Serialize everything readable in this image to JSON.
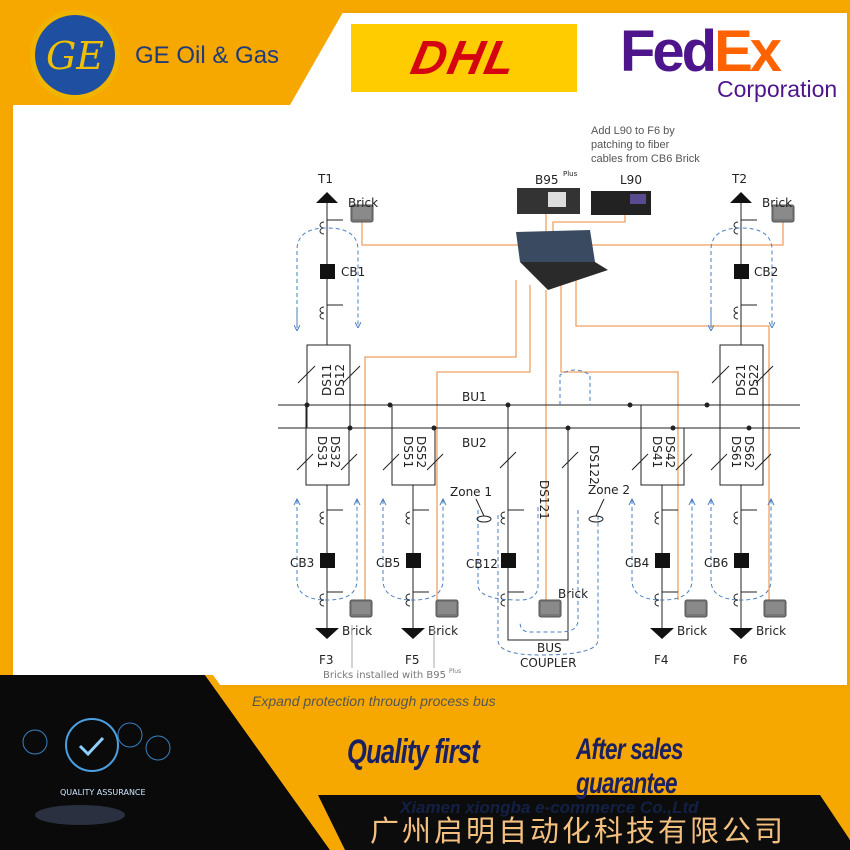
{
  "header": {
    "ge_label": "GE Oil & Gas",
    "ge_logo_text": "GE",
    "dhl_logo": "DHL",
    "fedex_fed": "Fed",
    "fedex_ex": "Ex",
    "fedex_sub": "Corporation"
  },
  "diagram": {
    "note": [
      "Add L90 to F6 by",
      "patching to fiber",
      "cables from CB6 Brick"
    ],
    "b95": "B95",
    "b95_sup": "Plus",
    "l90": "L90",
    "t1": "T1",
    "t2": "T2",
    "brick": "Brick",
    "cb": {
      "cb1": "CB1",
      "cb2": "CB2",
      "cb3": "CB3",
      "cb5": "CB5",
      "cb12": "CB12",
      "cb4": "CB4",
      "cb6": "CB6"
    },
    "ds": {
      "ds11": "DS11",
      "ds12": "DS12",
      "ds21": "DS21",
      "ds22": "DS22",
      "ds31": "DS31",
      "ds32": "DS32",
      "ds51": "DS51",
      "ds52": "DS52",
      "ds121": "DS121",
      "ds122": "DS122",
      "ds41": "DS41",
      "ds42": "DS42",
      "ds61": "DS61",
      "ds62": "DS62"
    },
    "bu1": "BU1",
    "bu2": "BU2",
    "zone1": "Zone 1",
    "zone2": "Zone 2",
    "feeders": {
      "f3": "F3",
      "f5": "F5",
      "f4": "F4",
      "f6": "F6"
    },
    "bus": "BUS",
    "coupler": "COUPLER",
    "bricks_note": "Bricks installed with B95",
    "bricks_note_sup": "Plus"
  },
  "caption": "Expand protection through process bus",
  "footer": {
    "qa_label": "QUALITY ASSURANCE",
    "slogan1": "Quality first",
    "slogan2": "After sales guarantee",
    "watermark": "Xiamen xiongba e-commerce Co.,Ltd",
    "company": "广州启明自动化科技有限公司"
  },
  "colors": {
    "orange": "#f7a800",
    "fiber": "#f0a060",
    "dashed": "#4a7fc0"
  }
}
